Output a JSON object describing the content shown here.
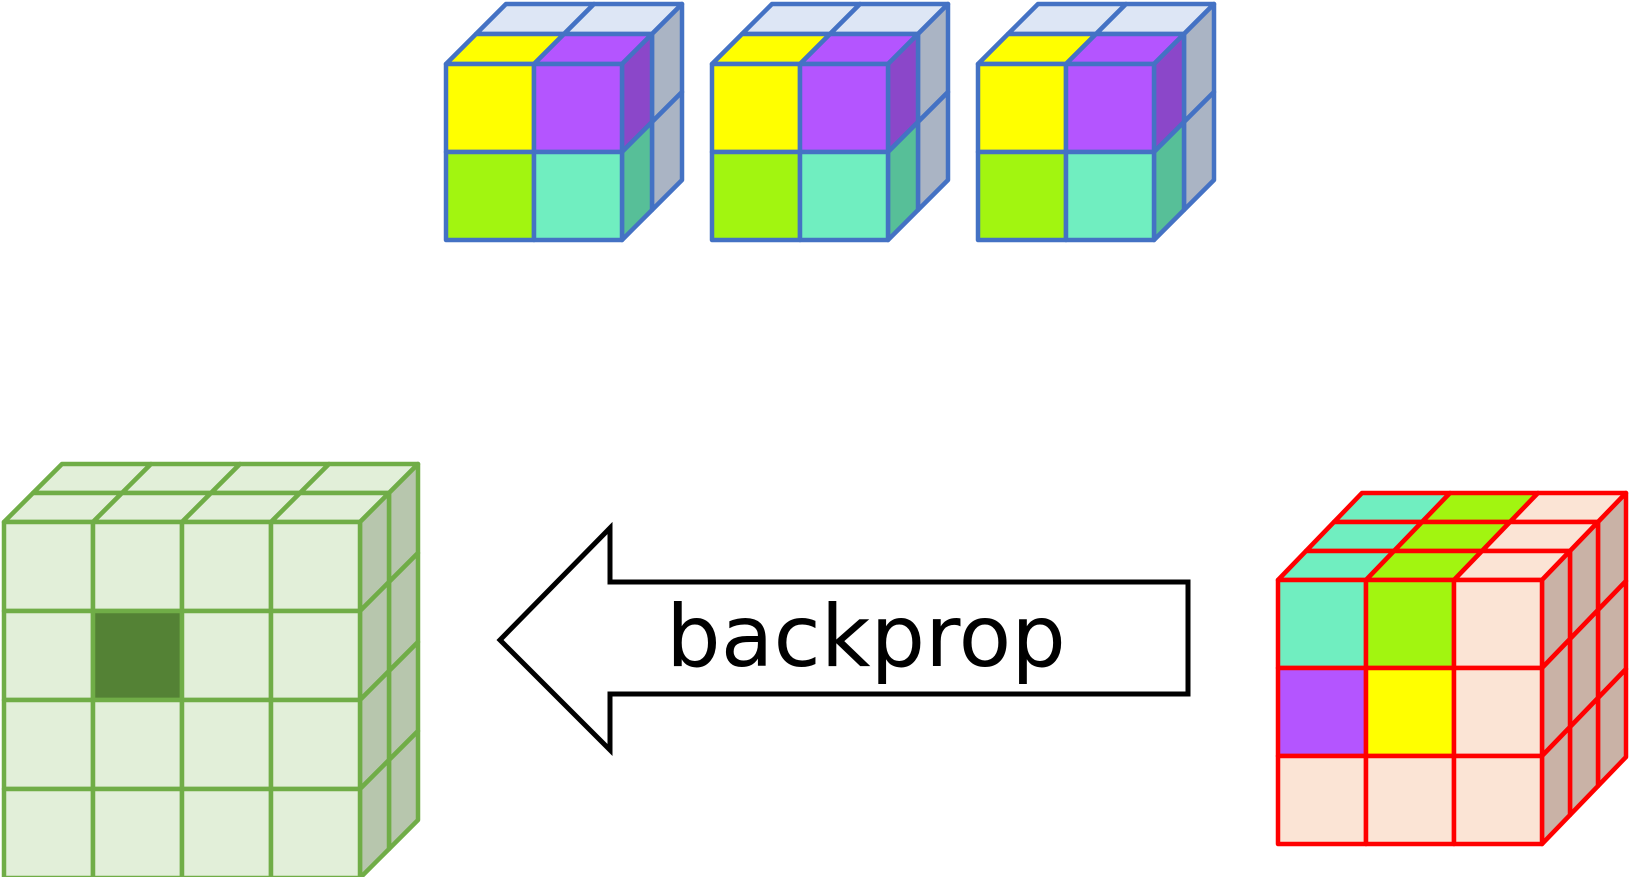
{
  "arrow": {
    "label": "backprop",
    "direction": "left"
  },
  "colors": {
    "yellow": "#ffff00",
    "purple": "#b455ff",
    "lime": "#a2f510",
    "aqua": "#70eec0",
    "kernel_edge": "#4472c4",
    "kernel_top_light": "#dde6f5",
    "kernel_side_grey": "#aab4c4",
    "input_fill": "#e2efd9",
    "input_side": "#b7c6ad",
    "input_edge": "#70ad47",
    "input_highlight": "#548235",
    "output_fill": "#fbe4d5",
    "output_side": "#c9b2a6",
    "output_edge": "#ff0000"
  },
  "kernels": [
    {
      "front": [
        [
          "yellow",
          "purple"
        ],
        [
          "lime",
          "aqua"
        ]
      ]
    },
    {
      "front": [
        [
          "yellow",
          "purple"
        ],
        [
          "lime",
          "aqua"
        ]
      ]
    },
    {
      "front": [
        [
          "yellow",
          "purple"
        ],
        [
          "lime",
          "aqua"
        ]
      ]
    }
  ],
  "input_volume": {
    "grid": 4,
    "depth": 2,
    "highlight_cell": [
      1,
      1
    ]
  },
  "output_volume": {
    "grid": 3,
    "depth": 3,
    "front": [
      [
        "aqua",
        "lime",
        "output_fill"
      ],
      [
        "purple",
        "yellow",
        "output_fill"
      ],
      [
        "output_fill",
        "output_fill",
        "output_fill"
      ]
    ],
    "top_row": [
      "aqua",
      "lime",
      "output_fill"
    ]
  }
}
